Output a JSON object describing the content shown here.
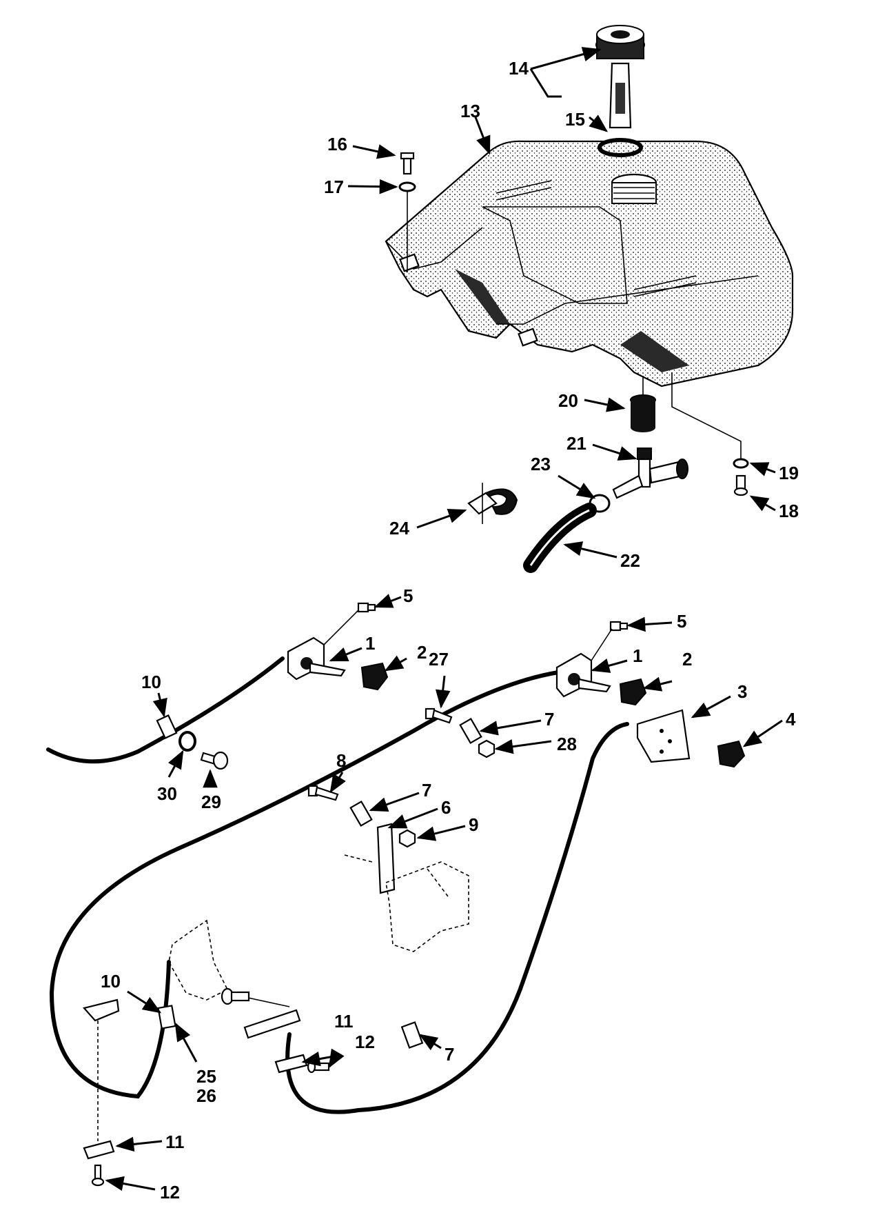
{
  "callouts": {
    "c1a": "1",
    "c1b": "1",
    "c2a": "2",
    "c2b": "2",
    "c3": "3",
    "c4": "4",
    "c5a": "5",
    "c5b": "5",
    "c6": "6",
    "c7a": "7",
    "c7b": "7",
    "c7c": "7",
    "c8": "8",
    "c9": "9",
    "c10a": "10",
    "c10b": "10",
    "c11a": "11",
    "c11b": "11",
    "c12a": "12",
    "c12b": "12",
    "c13": "13",
    "c14": "14",
    "c15": "15",
    "c16": "16",
    "c17": "17",
    "c18": "18",
    "c19": "19",
    "c20": "20",
    "c21": "21",
    "c22": "22",
    "c23": "23",
    "c24": "24",
    "c25": "25",
    "c26": "26",
    "c27": "27",
    "c28": "28",
    "c29": "29",
    "c30": "30"
  }
}
